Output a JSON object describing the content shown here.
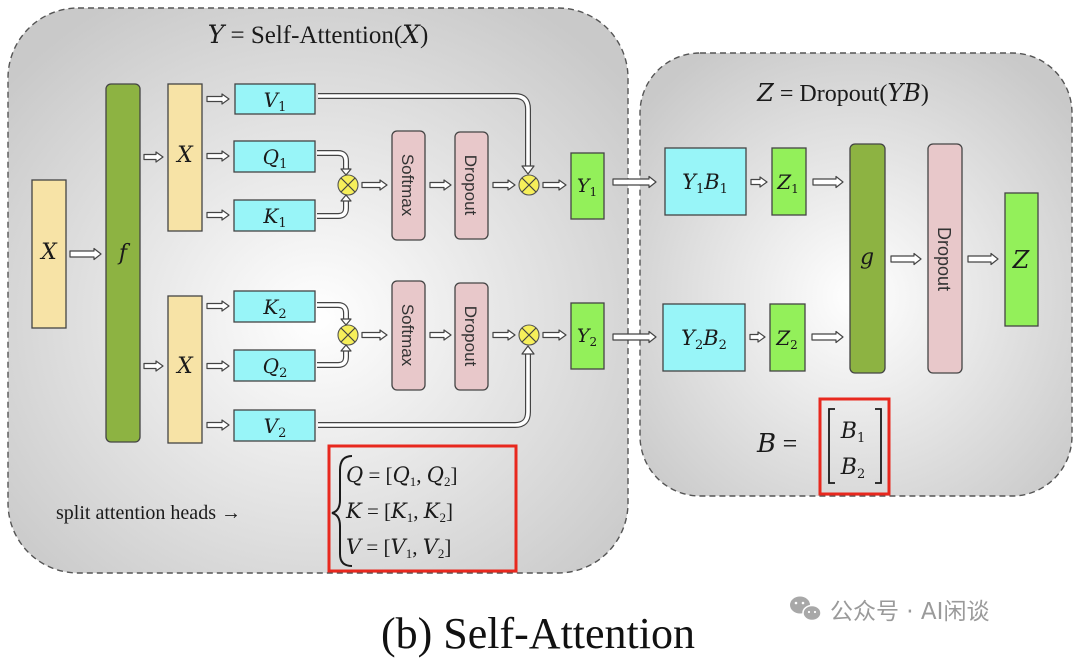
{
  "colors": {
    "input": "#f7e3a6",
    "function": "#8db342",
    "proj": "#98f5f8",
    "op": "#e8c8ca",
    "output": "#93f05a",
    "mult": "#f6ef5a",
    "highlight": "#e8281e",
    "panel_center": "#ffffff",
    "panel_edge": "#c8c8c8"
  },
  "self_attention": {
    "title_lhs": "Y",
    "title_eq": " = ",
    "title_fn": "Self-Attention(",
    "title_arg": "X",
    "title_close": ")",
    "input_label": "X",
    "function_label": "f",
    "heads": [
      {
        "x_label": "X",
        "top": {
          "base": "V",
          "sub": "1"
        },
        "mid": {
          "base": "Q",
          "sub": "1"
        },
        "bot": {
          "base": "K",
          "sub": "1"
        },
        "softmax": "Softmax",
        "dropout": "Dropout",
        "y": {
          "base": "Y",
          "sub": "1"
        }
      },
      {
        "x_label": "X",
        "top": {
          "base": "K",
          "sub": "2"
        },
        "mid": {
          "base": "Q",
          "sub": "2"
        },
        "bot": {
          "base": "V",
          "sub": "2"
        },
        "softmax": "Softmax",
        "dropout": "Dropout",
        "y": {
          "base": "Y",
          "sub": "2"
        }
      }
    ],
    "split_label": "split attention heads →",
    "split_equations": [
      {
        "lhs": "Q",
        "a": "Q",
        "a_sub": "1",
        "b": "Q",
        "b_sub": "2"
      },
      {
        "lhs": "K",
        "a": "K",
        "a_sub": "1",
        "b": "K",
        "b_sub": "2"
      },
      {
        "lhs": "V",
        "a": "V",
        "a_sub": "1",
        "b": "V",
        "b_sub": "2"
      }
    ]
  },
  "dropout_block": {
    "title_lhs": "Z",
    "title_eq": " = ",
    "title_fn": "Dropout(",
    "title_arg": "YB",
    "title_close": ")",
    "yb": [
      {
        "y": "Y",
        "y_sub": "1",
        "b": "B",
        "b_sub": "1"
      },
      {
        "y": "Y",
        "y_sub": "2",
        "b": "B",
        "b_sub": "2"
      }
    ],
    "z": [
      {
        "base": "Z",
        "sub": "1"
      },
      {
        "base": "Z",
        "sub": "2"
      }
    ],
    "g_label": "g",
    "dropout_label": "Dropout",
    "z_out": "Z",
    "b_lhs": "B",
    "b_eq": " = ",
    "b_matrix": [
      {
        "base": "B",
        "sub": "1"
      },
      {
        "base": "B",
        "sub": "2"
      }
    ]
  },
  "caption": "(b) Self-Attention",
  "watermark": {
    "icon": "wechat-icon",
    "text": "公众号 · AI闲谈"
  }
}
